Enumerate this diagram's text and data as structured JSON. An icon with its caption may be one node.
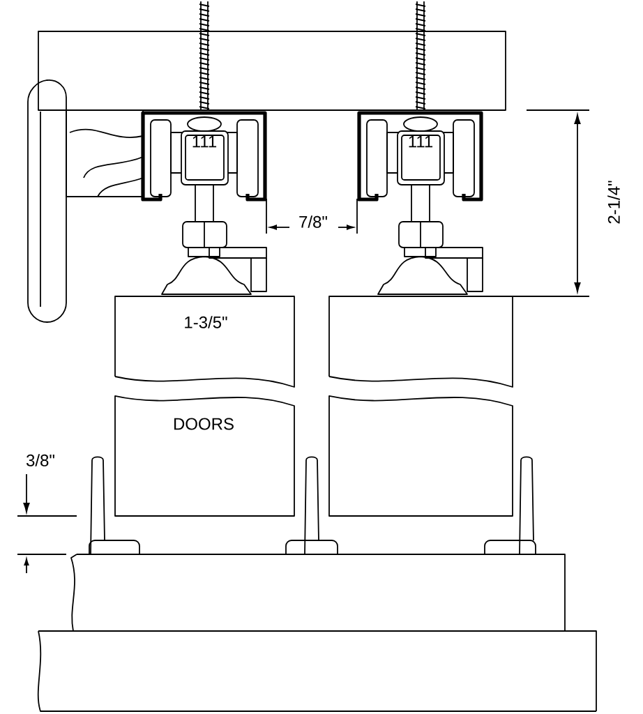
{
  "diagram": {
    "labels": [
      "111",
      "111",
      "7/8\"",
      "2-1/4\"",
      "1-3/5\"",
      "DOORS",
      "3/8\""
    ]
  }
}
